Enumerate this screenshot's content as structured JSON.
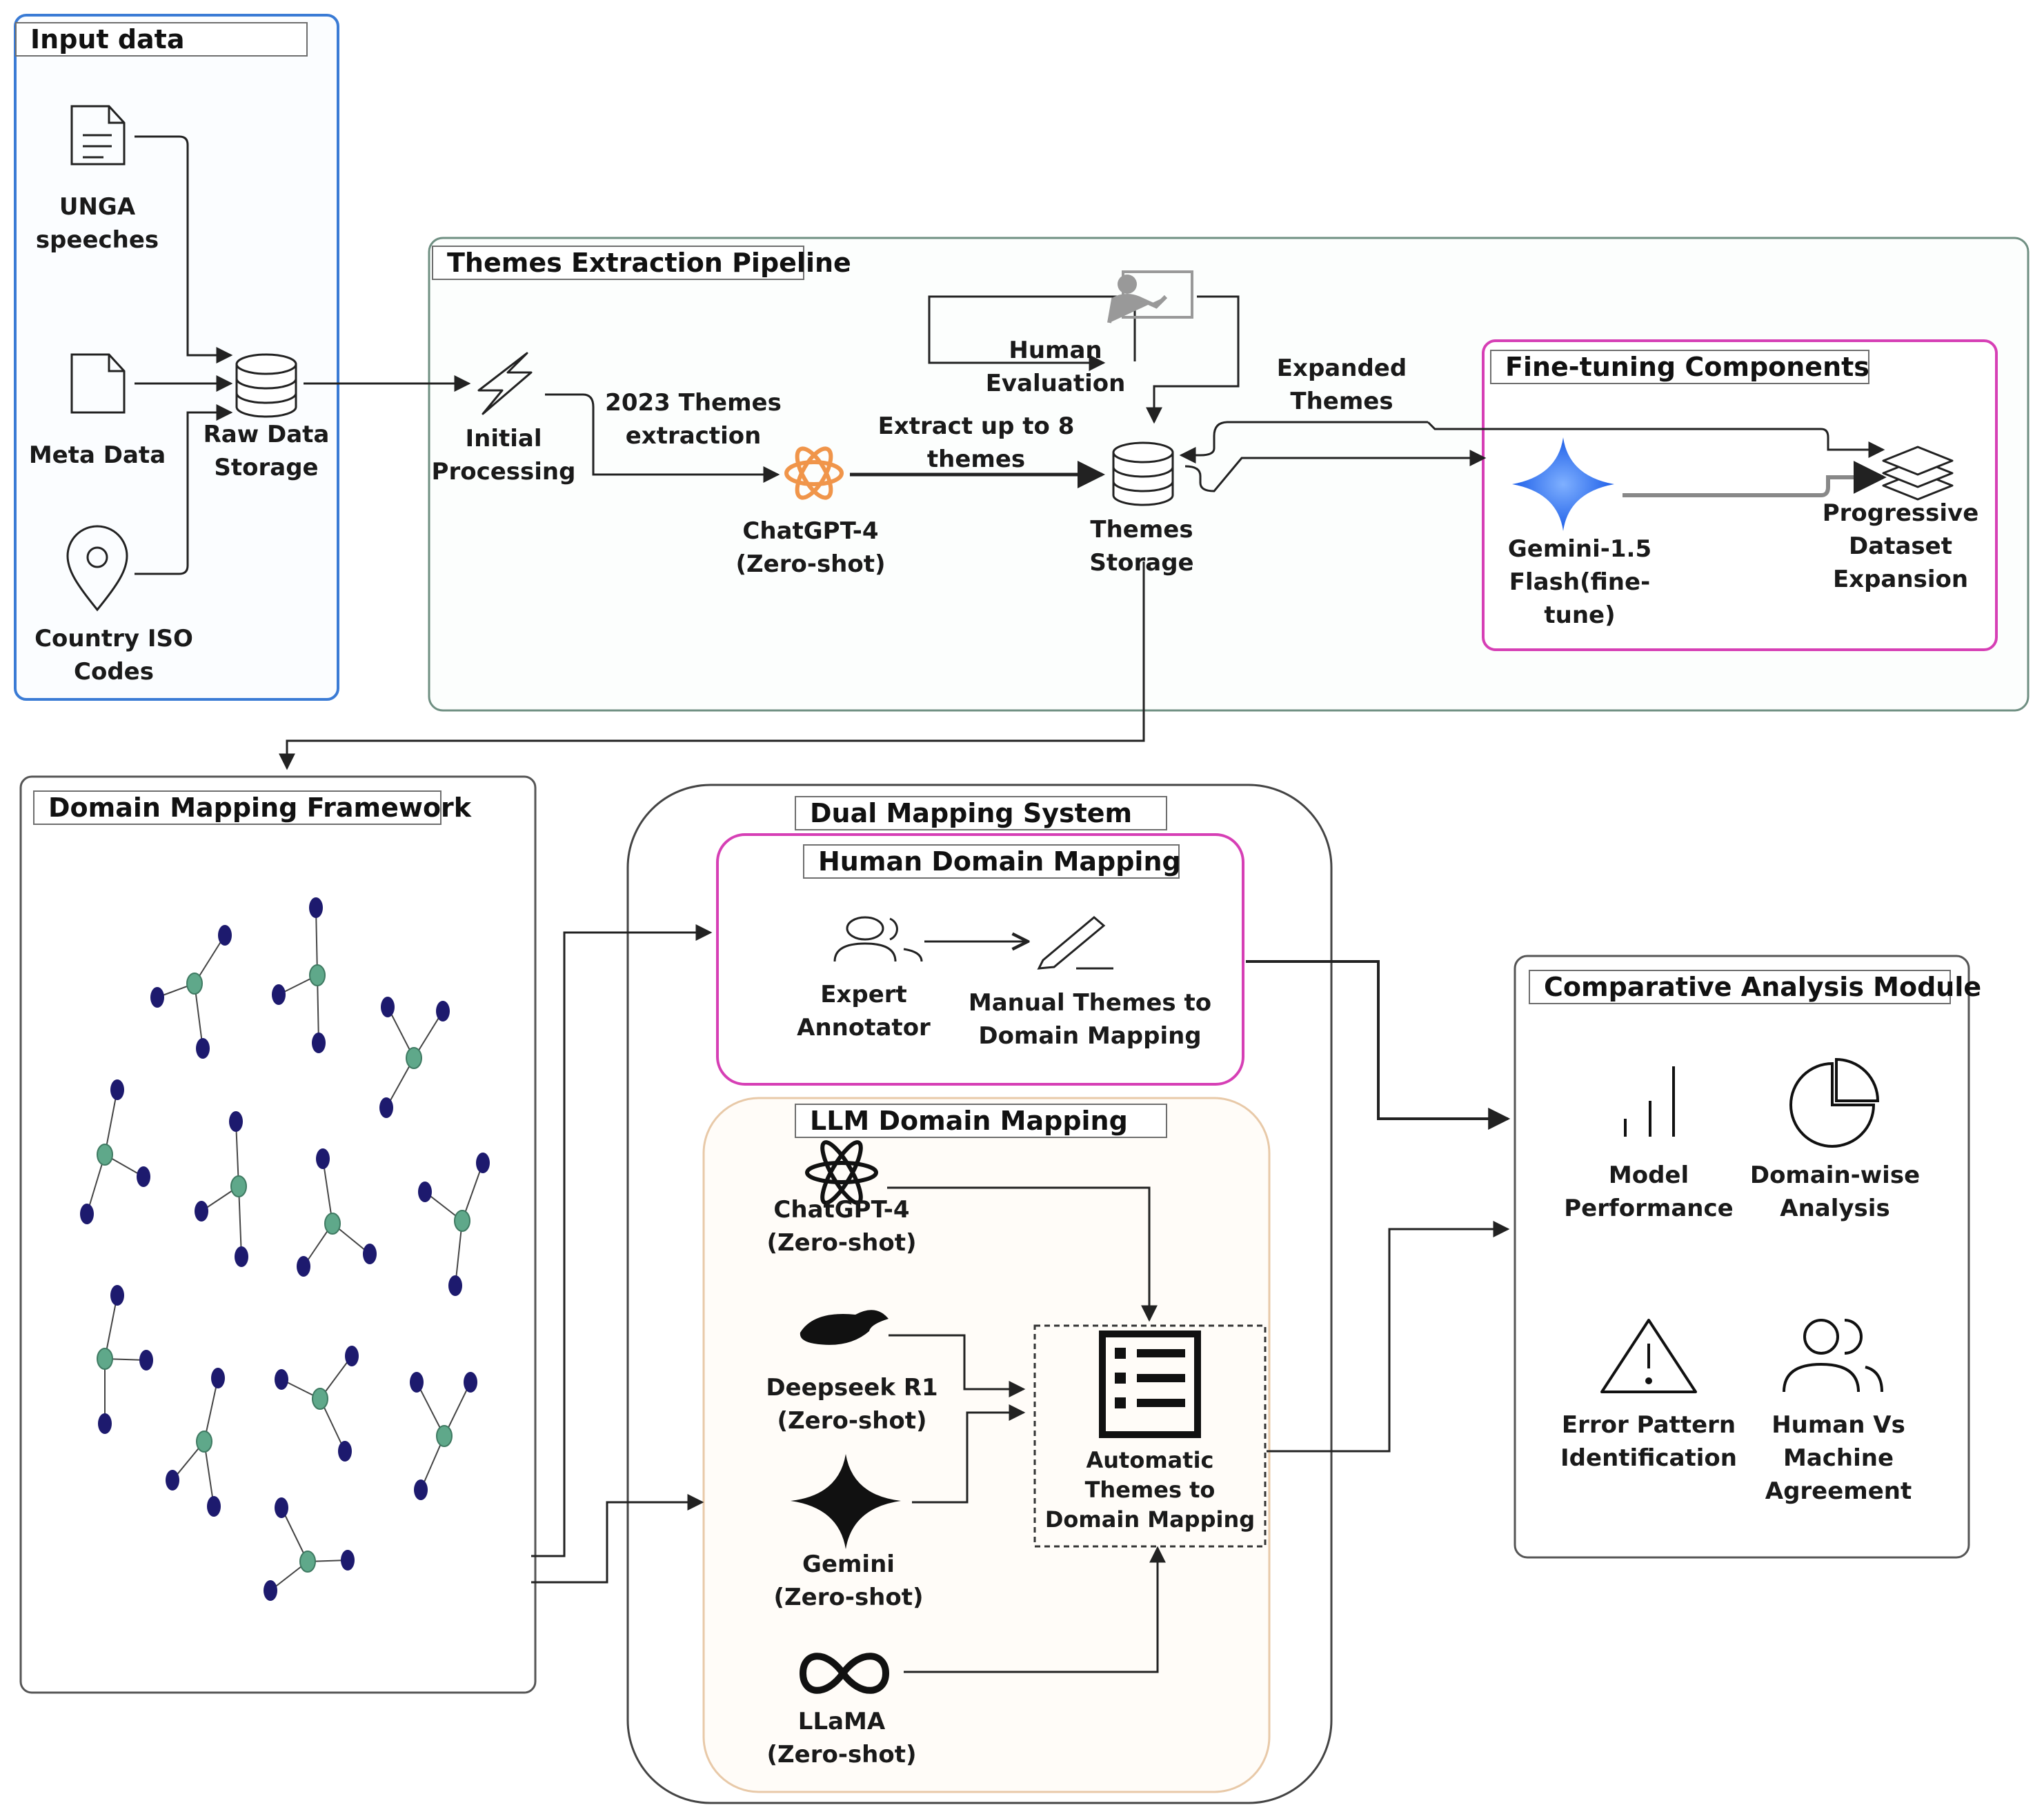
{
  "input": {
    "title": "Input data",
    "unga": "UNGA\nspeeches",
    "meta": "Meta Data",
    "iso": "Country ISO\nCodes",
    "raw": "Raw Data\nStorage"
  },
  "pipeline": {
    "title": "Themes Extraction Pipeline",
    "initial": "Initial\nProcessing",
    "extraction": "2023 Themes\nextraction",
    "chatgpt": "ChatGPT-4\n(Zero-shot)",
    "extract8": "Extract up to 8\nthemes",
    "human_eval": "Human Evaluation",
    "storage": "Themes\nStorage",
    "expanded": "Expanded\nThemes"
  },
  "finetune": {
    "title": "Fine-tuning Components",
    "gemini": "Gemini-1.5\nFlash(fine-\ntune)",
    "progressive": "Progressive\nDataset\nExpansion"
  },
  "domain": {
    "title": "Domain Mapping Framework"
  },
  "dual": {
    "title": "Dual Mapping System",
    "human_title": "Human Domain Mapping",
    "expert": "Expert\nAnnotator",
    "manual": "Manual Themes to\nDomain Mapping",
    "llm_title": "LLM Domain Mapping",
    "chatgpt": "ChatGPT-4\n(Zero-shot)",
    "deepseek": "Deepseek R1\n(Zero-shot)",
    "gemini": "Gemini\n(Zero-shot)",
    "llama": "LLaMA\n(Zero-shot)",
    "auto": "Automatic\nThemes to\nDomain Mapping"
  },
  "comparative": {
    "title": "Comparative Analysis Module",
    "model_perf": "Model\nPerformance",
    "domain_wise": "Domain-wise\nAnalysis",
    "error": "Error Pattern\nIdentification",
    "human_vs": "Human Vs\nMachine\nAgreement"
  },
  "colors": {
    "input_border": "#3a7bd5",
    "finetune_border": "#d63fb5",
    "human_border": "#d63fb5",
    "llm_border": "#e8c9a8",
    "openai_orange": "#f0954a",
    "gemini_blue": "#2f6df0",
    "hub_node": "#5fa88a",
    "leaf_node": "#1d1a6e"
  },
  "icons": [
    "document-icon",
    "file-icon",
    "location-pin-icon",
    "database-icon",
    "lightning-icon",
    "openai-icon",
    "presentation-icon",
    "gemini-icon",
    "layers-icon",
    "users-icon",
    "pen-icon",
    "deepseek-whale-icon",
    "meta-infinity-icon",
    "checklist-icon",
    "bar-chart-icon",
    "pie-chart-icon",
    "warning-icon"
  ]
}
